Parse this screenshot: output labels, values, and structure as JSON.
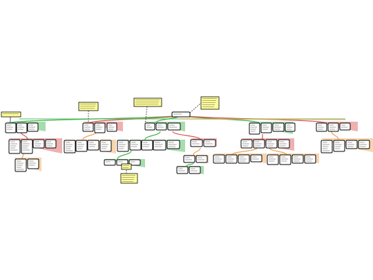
{
  "diagram": {
    "kind": "mind-map / organization tree (text illegible at this resolution)",
    "colors": {
      "node_fill": "#ffffff",
      "node_border": "#000000",
      "note_fill": "#ffff99",
      "branch_green": "#3cb44b",
      "branch_red": "#d9534f",
      "branch_orange": "#f0a050",
      "connector_dark": "#333333"
    },
    "notes_count": 5,
    "branches": [
      "green",
      "red",
      "orange",
      "green",
      "red"
    ]
  }
}
